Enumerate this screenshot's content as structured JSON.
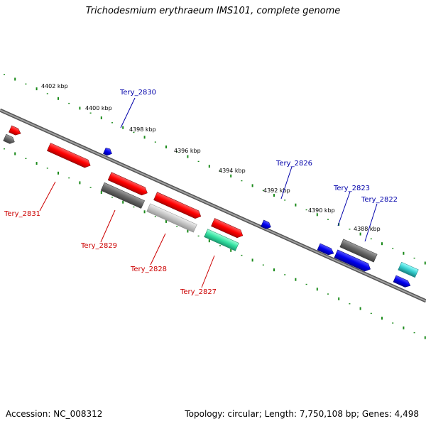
{
  "title": "Trichodesmium erythraeum IMS101, complete genome",
  "footer": {
    "accession": "Accession: NC_008312",
    "topology": "Topology: circular; Length: 7,750,108 bp; Genes: 4,498"
  },
  "ticks": [
    "4402 kbp",
    "4400 kbp",
    "4398 kbp",
    "4396 kbp",
    "4394 kbp",
    "4392 kbp",
    "4390 kbp",
    "4388 kbp"
  ],
  "genes": {
    "top": [
      "Tery_2830",
      "Tery_2826",
      "Tery_2823",
      "Tery_2822"
    ],
    "bottom": [
      "Tery_2831",
      "Tery_2829",
      "Tery_2828",
      "Tery_2827"
    ]
  },
  "colors": {
    "backbone": "#808080",
    "dots": "#1a8a1a",
    "red": "#ff0000",
    "dark_gray": "#707070",
    "light_gray": "#c8c8c8",
    "green": "#33e0a0",
    "blue": "#0000ee",
    "cyan": "#33cccc",
    "label_top": "#0000aa",
    "label_bottom": "#cc0000"
  }
}
